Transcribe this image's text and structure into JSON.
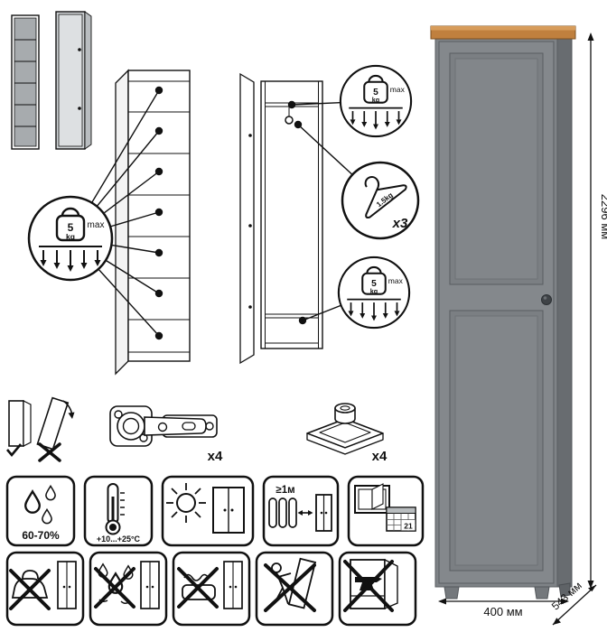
{
  "load_badges": {
    "shelf": {
      "weight": "5",
      "unit": "kg",
      "limit": "max"
    },
    "hanger": {
      "weight": "1.5kg",
      "count": "x3"
    }
  },
  "hardware": {
    "hinge_count": "x4",
    "foot_count": "x4"
  },
  "conditions": {
    "humidity": "60-70%",
    "temperature": "+10...+25°C",
    "heat_distance": "≥1м",
    "calendar_day": "21"
  },
  "dimensions": {
    "height": "2296 мм",
    "width": "400 мм",
    "depth": "543 мм"
  },
  "colors": {
    "wardrobe_body": "#82868a",
    "wardrobe_side": "#686c70",
    "wardrobe_top_wood": "#c0803e",
    "door_panel": "#7b7f83",
    "line_art": "#111111"
  },
  "icons": {
    "weight-icon": "kettlebell load limit",
    "hanger-icon": "clothes hanger",
    "hinge-icon": "concealed cup hinge",
    "foot-icon": "adjustable square foot",
    "droplets-icon": "humidity droplets",
    "thermometer-icon": "thermometer",
    "sun-icon": "keep from direct sunlight",
    "radiator-icon": "heat source distance",
    "window-icon": "ventilated room",
    "calendar-icon": "calendar grid",
    "anti-tip-icon": "tipping warning",
    "iron-icon": "no hot objects",
    "splash-icon": "no liquids",
    "sponge-icon": "no abrasives",
    "person-push-icon": "do not drag loaded",
    "anvil-icon": "do not overload"
  }
}
